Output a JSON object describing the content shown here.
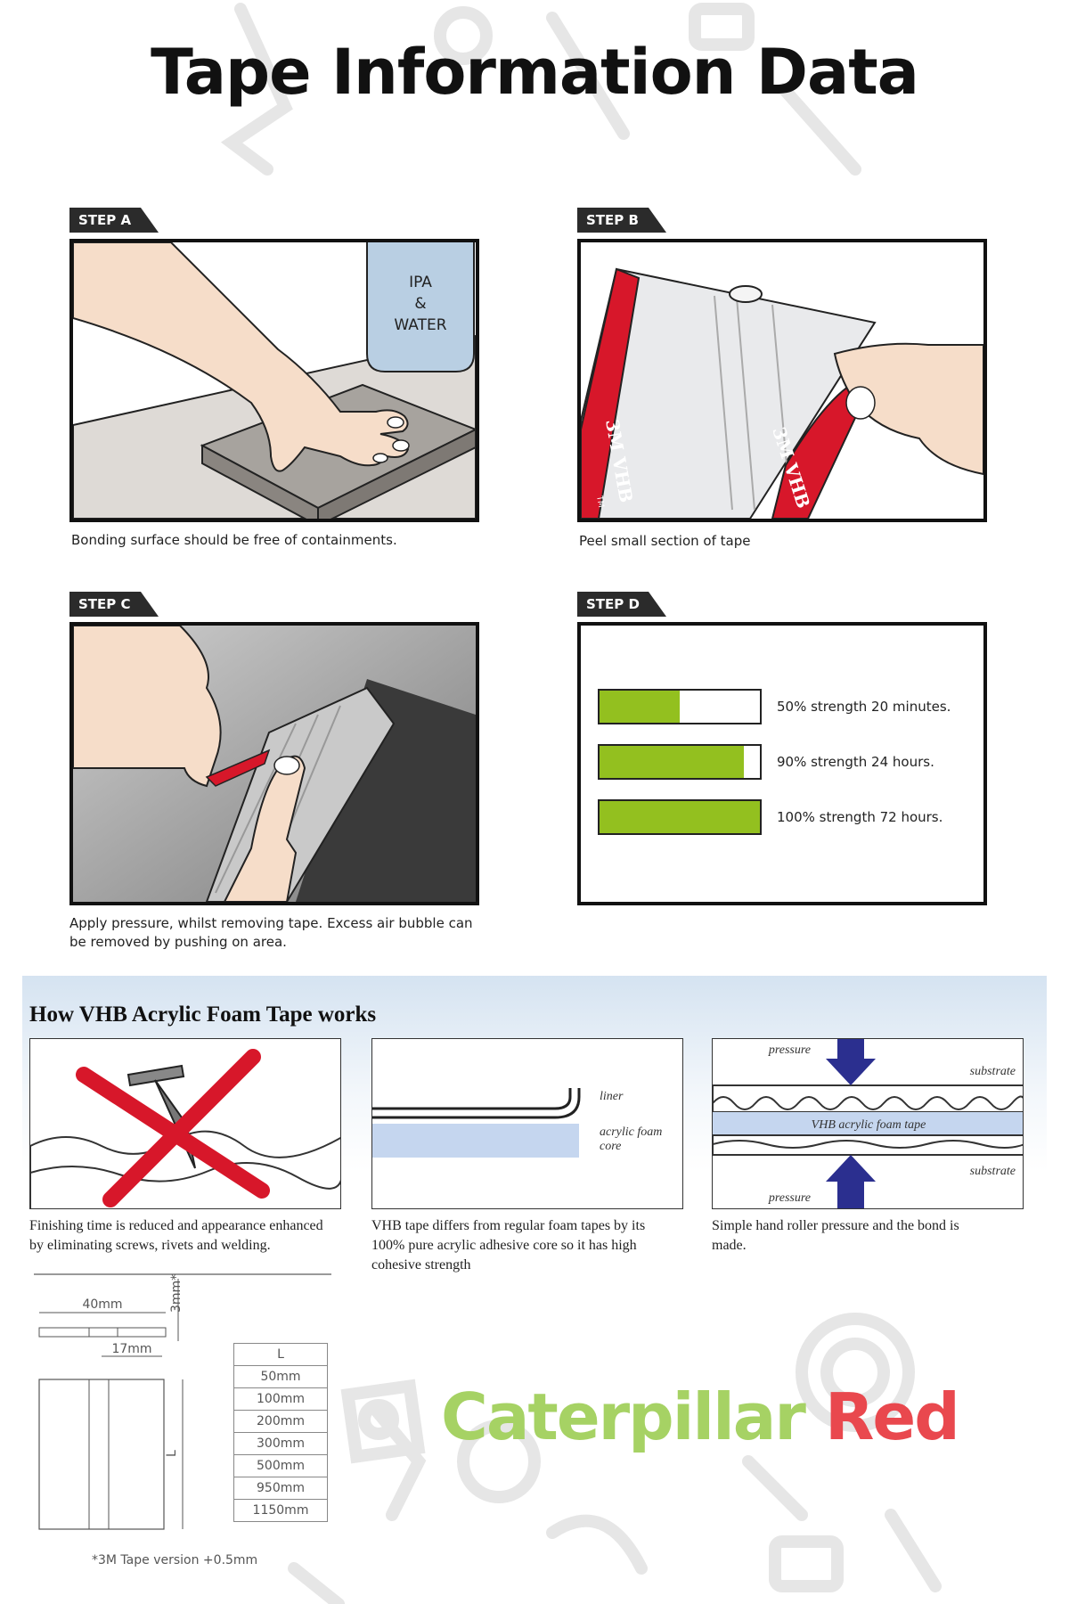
{
  "page": {
    "title": "Tape Information Data"
  },
  "steps": [
    {
      "tab": "STEP A",
      "caption": "Bonding surface should be free of containments.",
      "sign": [
        "IPA",
        "&",
        "WATER"
      ]
    },
    {
      "tab": "STEP B",
      "caption": "Peel small section of tape",
      "tape_brand": "3M VHB",
      "tape_tm": "TM"
    },
    {
      "tab": "STEP C",
      "caption_lines": [
        "Apply pressure, whilst removing tape. Excess air bubble can",
        "be removed by pushing on area."
      ]
    },
    {
      "tab": "STEP D",
      "bars": [
        {
          "label": "50% strength 20 minutes.",
          "fill": 0.5
        },
        {
          "label": "90% strength 24 hours.",
          "fill": 0.9
        },
        {
          "label": "100% strength 72 hours.",
          "fill": 1.0
        }
      ]
    }
  ],
  "vhb": {
    "title": "How VHB Acrylic Foam Tape works",
    "panels": [
      {
        "caption_lines": [
          "Finishing time is reduced and appearance enhanced",
          "by eliminating screws, rivets and welding."
        ]
      },
      {
        "labels": {
          "liner": "liner",
          "core_1": "acrylic foam",
          "core_2": "core"
        },
        "caption_lines": [
          "VHB tape differs from regular foam tapes by its",
          "100% pure acrylic adhesive core so it has high",
          "cohesive strength"
        ]
      },
      {
        "labels": {
          "pressure_top": "pressure",
          "substrate_top": "substrate",
          "tape": "VHB acrylic foam tape",
          "substrate_bottom": "substrate",
          "pressure_bottom": "pressure"
        },
        "caption_lines": [
          "Simple hand roller pressure and the bond is",
          "made."
        ]
      }
    ]
  },
  "dimensions": {
    "width": "40mm",
    "thickness": "3mm*",
    "gap": "17mm",
    "length_axis": "L",
    "length_header": "L",
    "lengths": [
      "50mm",
      "100mm",
      "200mm",
      "300mm",
      "500mm",
      "950mm",
      "1150mm"
    ],
    "footnote": "*3M Tape version +0.5mm"
  },
  "brand": {
    "part1": "Caterpillar",
    "part2": "Red"
  },
  "colors": {
    "green": "#93c01f",
    "red": "#d7172a",
    "brand_green": "#a6d264",
    "brand_red": "#e9484e",
    "blue_arrow": "#2b2f8f"
  }
}
